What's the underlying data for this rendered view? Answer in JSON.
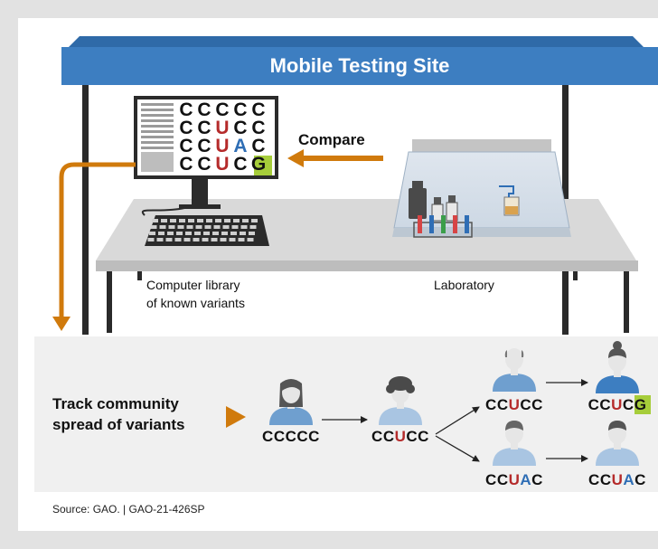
{
  "canopy": {
    "title": "Mobile Testing Site"
  },
  "screen": {
    "rows": [
      [
        "C",
        "C",
        "C",
        "C",
        "C"
      ],
      [
        "C",
        "C",
        "U",
        "C",
        "C"
      ],
      [
        "C",
        "C",
        "U",
        "A",
        "C"
      ],
      [
        "C",
        "C",
        "U",
        "C",
        "G"
      ]
    ]
  },
  "labels": {
    "compare": "Compare",
    "computer_line1": "Computer library",
    "computer_line2": "of known variants",
    "laboratory": "Laboratory",
    "track_line1": "Track community",
    "track_line2": "spread of variants"
  },
  "people": {
    "p1": {
      "seq": [
        "C",
        "C",
        "C",
        "C",
        "C"
      ]
    },
    "p2": {
      "seq": [
        "C",
        "C",
        "U",
        "C",
        "C"
      ]
    },
    "p3": {
      "seq": [
        "C",
        "C",
        "U",
        "C",
        "C"
      ]
    },
    "p4": {
      "seq": [
        "C",
        "C",
        "U",
        "C",
        "G"
      ]
    },
    "p5": {
      "seq": [
        "C",
        "C",
        "U",
        "A",
        "C"
      ]
    },
    "p6": {
      "seq": [
        "C",
        "C",
        "U",
        "A",
        "C"
      ]
    }
  },
  "source": "Source: GAO.  |  GAO-21-426SP",
  "colors": {
    "canopy": "#3d7ec1",
    "canopy_dark": "#2f6aa8",
    "orange": "#d07a0c",
    "red": "#b52b2b",
    "blue": "#2f6eb5",
    "green_hl": "#a6cd3a",
    "frame_bg": "#e2e2e2",
    "band_bg": "#f0f0f0"
  }
}
